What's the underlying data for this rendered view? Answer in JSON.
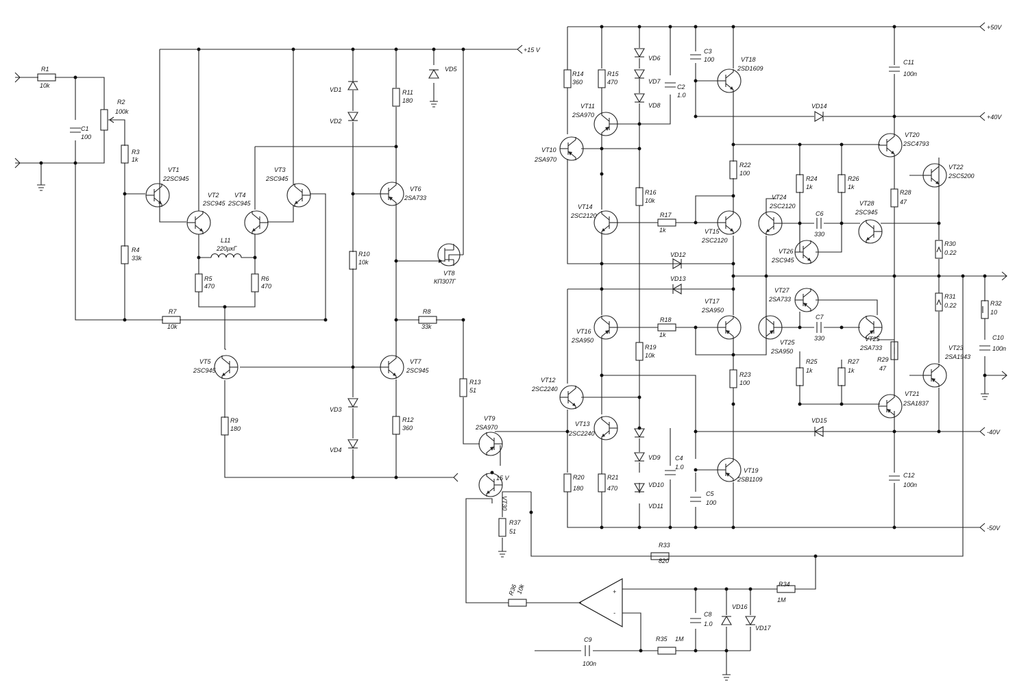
{
  "rails": {
    "p15": "+15 V",
    "p50": "+50V",
    "p40": "+40V",
    "n40": "-40V",
    "n50": "-50V",
    "p15b": "15 V"
  },
  "resistors": [
    {
      "ref": "R1",
      "val": "10k"
    },
    {
      "ref": "R2",
      "val": "100k"
    },
    {
      "ref": "R3",
      "val": "1k"
    },
    {
      "ref": "R4",
      "val": "33k"
    },
    {
      "ref": "R5",
      "val": "470"
    },
    {
      "ref": "R6",
      "val": "470"
    },
    {
      "ref": "R7",
      "val": "10k"
    },
    {
      "ref": "R8",
      "val": "33k"
    },
    {
      "ref": "R9",
      "val": "180"
    },
    {
      "ref": "R10",
      "val": "10k"
    },
    {
      "ref": "R11",
      "val": "180"
    },
    {
      "ref": "R12",
      "val": "360"
    },
    {
      "ref": "R13",
      "val": "51"
    },
    {
      "ref": "R14",
      "val": "360"
    },
    {
      "ref": "R15",
      "val": "470"
    },
    {
      "ref": "R16",
      "val": "10k"
    },
    {
      "ref": "R17",
      "val": "1k"
    },
    {
      "ref": "R18",
      "val": "1k"
    },
    {
      "ref": "R19",
      "val": "10k"
    },
    {
      "ref": "R20",
      "val": "180"
    },
    {
      "ref": "R21",
      "val": "470"
    },
    {
      "ref": "R22",
      "val": "100"
    },
    {
      "ref": "R23",
      "val": "100"
    },
    {
      "ref": "R24",
      "val": "1k"
    },
    {
      "ref": "R25",
      "val": "1k"
    },
    {
      "ref": "R26",
      "val": "1k"
    },
    {
      "ref": "R27",
      "val": "1k"
    },
    {
      "ref": "R28",
      "val": "47"
    },
    {
      "ref": "R29",
      "val": "47"
    },
    {
      "ref": "R30",
      "val": "0.22"
    },
    {
      "ref": "R31",
      "val": "0.22"
    },
    {
      "ref": "R32",
      "val": "10"
    },
    {
      "ref": "R33",
      "val": "820"
    },
    {
      "ref": "R34",
      "val": "1M"
    },
    {
      "ref": "R35",
      "val": "1M"
    },
    {
      "ref": "R36",
      "val": "10k"
    },
    {
      "ref": "R37",
      "val": "51"
    }
  ],
  "capacitors": [
    {
      "ref": "C1",
      "val": "100"
    },
    {
      "ref": "C2",
      "val": "1.0"
    },
    {
      "ref": "C3",
      "val": "100"
    },
    {
      "ref": "C4",
      "val": "1.0"
    },
    {
      "ref": "C5",
      "val": "100"
    },
    {
      "ref": "C6",
      "val": "330"
    },
    {
      "ref": "C7",
      "val": "330"
    },
    {
      "ref": "C8",
      "val": "1.0"
    },
    {
      "ref": "C9",
      "val": "100n"
    },
    {
      "ref": "C10",
      "val": "100n"
    },
    {
      "ref": "C11",
      "val": "100n"
    },
    {
      "ref": "C12",
      "val": "100n"
    }
  ],
  "inductor": {
    "ref": "L11",
    "val": "220µкГ"
  },
  "diodes": [
    "VD1",
    "VD2",
    "VD3",
    "VD4",
    "VD5",
    "VD6",
    "VD7",
    "VD8",
    "VD9",
    "VD10",
    "VD11",
    "VD12",
    "VD13",
    "VD14",
    "VD15",
    "VD16",
    "VD17"
  ],
  "transistors": [
    {
      "ref": "VT1",
      "type": "22SC945"
    },
    {
      "ref": "VT2",
      "type": "2SC945"
    },
    {
      "ref": "VT3",
      "type": "2SC945"
    },
    {
      "ref": "VT4",
      "type": "2SC945"
    },
    {
      "ref": "VT5",
      "type": "2SC945"
    },
    {
      "ref": "VT6",
      "type": "2SA733"
    },
    {
      "ref": "VT7",
      "type": "2SC945"
    },
    {
      "ref": "VT8",
      "type": "КП307Г"
    },
    {
      "ref": "VT9",
      "type": "2SA970"
    },
    {
      "ref": "VT10",
      "type": "2SA970"
    },
    {
      "ref": "VT11",
      "type": "2SA970"
    },
    {
      "ref": "VT12",
      "type": "2SC2240"
    },
    {
      "ref": "VT13",
      "type": "2SC2240"
    },
    {
      "ref": "VT14",
      "type": "2SC2120"
    },
    {
      "ref": "VT15",
      "type": "2SC2120"
    },
    {
      "ref": "VT16",
      "type": "2SA950"
    },
    {
      "ref": "VT17",
      "type": "2SA950"
    },
    {
      "ref": "VT18",
      "type": "2SD1609"
    },
    {
      "ref": "VT19",
      "type": "2SB1109"
    },
    {
      "ref": "VT20",
      "type": "2SC4793"
    },
    {
      "ref": "VT21",
      "type": "2SA1837"
    },
    {
      "ref": "VT22",
      "type": "2SC5200"
    },
    {
      "ref": "VT23",
      "type": "2SA1943"
    },
    {
      "ref": "VT24",
      "type": "2SC2120"
    },
    {
      "ref": "VT25",
      "type": "2SA950"
    },
    {
      "ref": "VT26",
      "type": "2SC945"
    },
    {
      "ref": "VT27",
      "type": "2SA733"
    },
    {
      "ref": "VT28",
      "type": "2SC945"
    },
    {
      "ref": "VT25b",
      "type": "2SA733",
      "label": "VT25"
    },
    {
      "ref": "VT30",
      "type": "",
      "label": "VT30"
    }
  ],
  "opamp": {
    "plus": "+",
    "minus": "-"
  }
}
